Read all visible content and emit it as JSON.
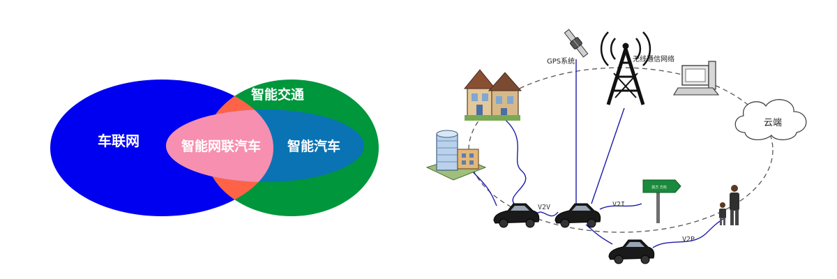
{
  "venn": {
    "connected_vehicle_label": "车联网",
    "intelligent_transport_label": "智能交通",
    "icv_label": "智能网联汽车",
    "smart_car_label": "智能汽车",
    "colors": {
      "connected_vehicle": "#0000f0",
      "intelligent_transport": "#00963c",
      "overlap": "#ff6347",
      "smart_car": "#0a73b4",
      "icv_center": "#f78fb0"
    }
  },
  "network": {
    "gps_label": "GPS系统",
    "wireless_label": "无线通信网络",
    "cloud_label": "云端",
    "v2v_label": "V2V",
    "v2i_label": "V2I",
    "v2p_label": "V2P",
    "sign_text": "前方 方向",
    "link_color": "#1a1aaa"
  }
}
